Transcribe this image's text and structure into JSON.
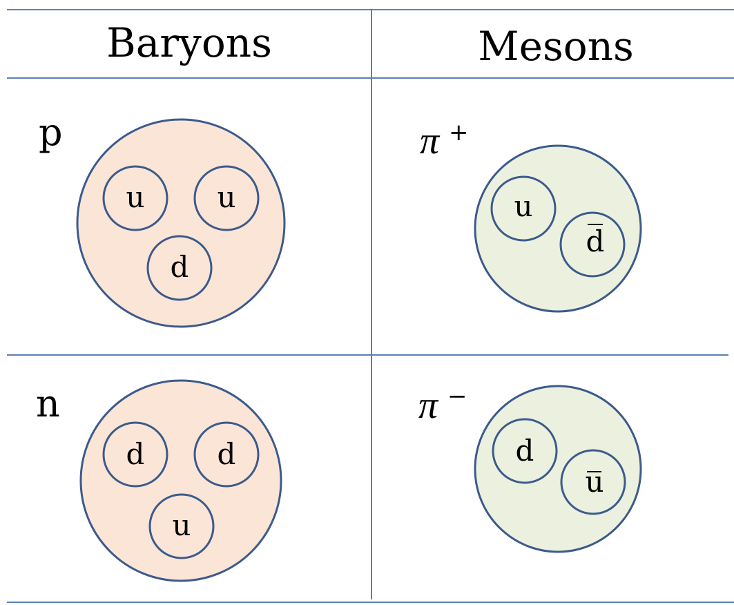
{
  "headers": {
    "baryons": "Baryons",
    "mesons": "Mesons"
  },
  "colors": {
    "grid": "#5b7fb3",
    "outline": "#3c5a8c",
    "baryon_fill": "#fbe5d6",
    "meson_fill": "#ebf1de"
  },
  "baryons": [
    {
      "name": "p",
      "quarks": [
        "u",
        "u",
        "d"
      ]
    },
    {
      "name": "n",
      "quarks": [
        "d",
        "d",
        "u"
      ]
    }
  ],
  "mesons": [
    {
      "symbol": "π",
      "charge": "+",
      "quarks": [
        "u",
        "d"
      ],
      "antiquark_index": 1
    },
    {
      "symbol": "π",
      "charge": "−",
      "quarks": [
        "d",
        "u"
      ],
      "antiquark_index": 1
    }
  ]
}
